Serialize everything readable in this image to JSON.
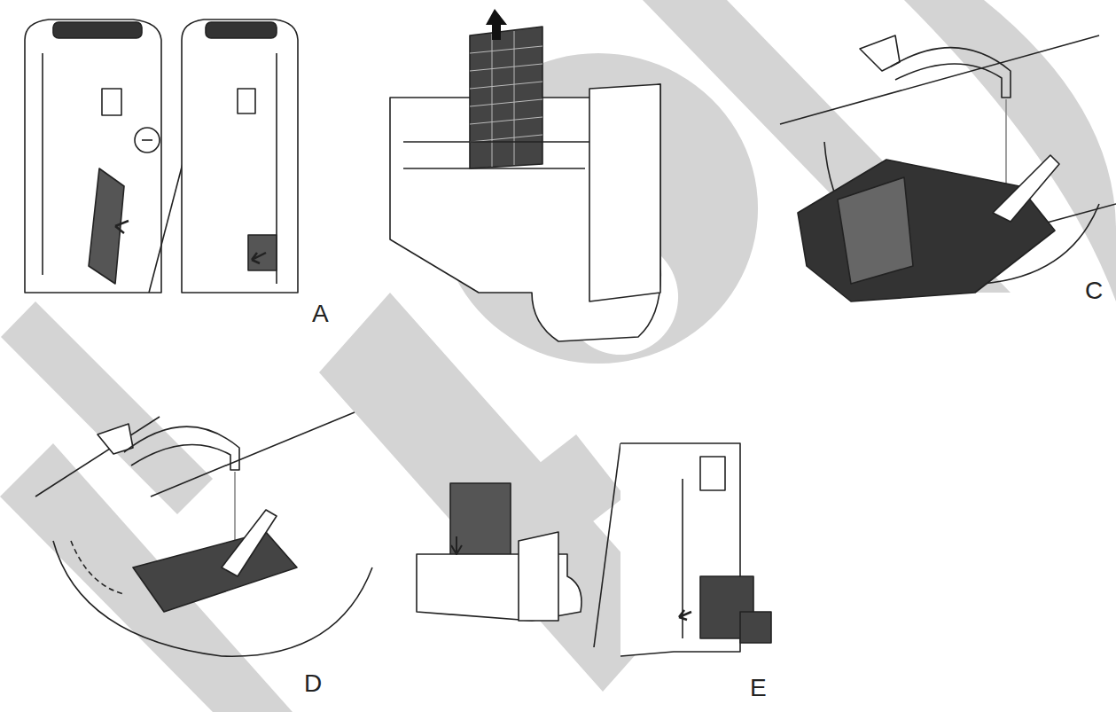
{
  "diagram": {
    "labels": [
      "A",
      "C",
      "D",
      "E"
    ]
  }
}
